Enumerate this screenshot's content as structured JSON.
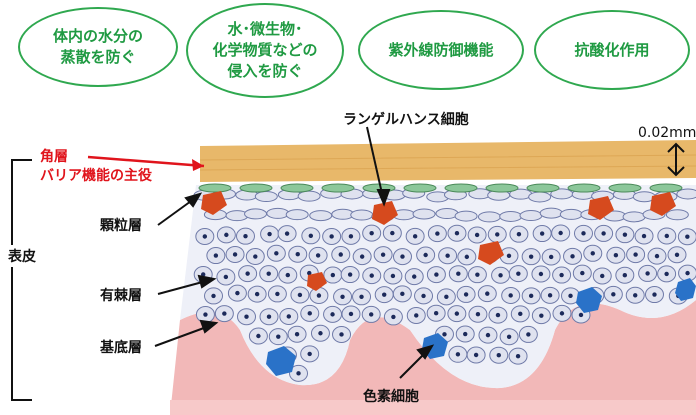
{
  "badges": [
    "体内の水分の\n蒸散を防ぐ",
    "水･微生物･\n化学物質などの\n侵入を防ぐ",
    "紫外線防御機能",
    "抗酸化作用"
  ],
  "labels": {
    "langerhans": "ランゲルハンス細胞",
    "thickness": "0.02mm",
    "horny_layer": "角層",
    "barrier": "バリア機能の主役",
    "granular": "顆粒層",
    "epidermis": "表皮",
    "spinous": "有棘層",
    "basal": "基底層",
    "melanocyte": "色素細胞"
  },
  "colors": {
    "badge_border": "#2fa84f",
    "badge_text": "#1f9a42",
    "horny_layer": "#e8b86a",
    "highlight_text": "#e0141c",
    "cell_fill": "#dfe2ef",
    "nucleus": "#1c2a5a",
    "langerhans_cell": "#d64a1e",
    "melanocyte_cell": "#2a72c8",
    "dermis": "#f2b8b8",
    "granular_cell": "#8cc79a"
  }
}
